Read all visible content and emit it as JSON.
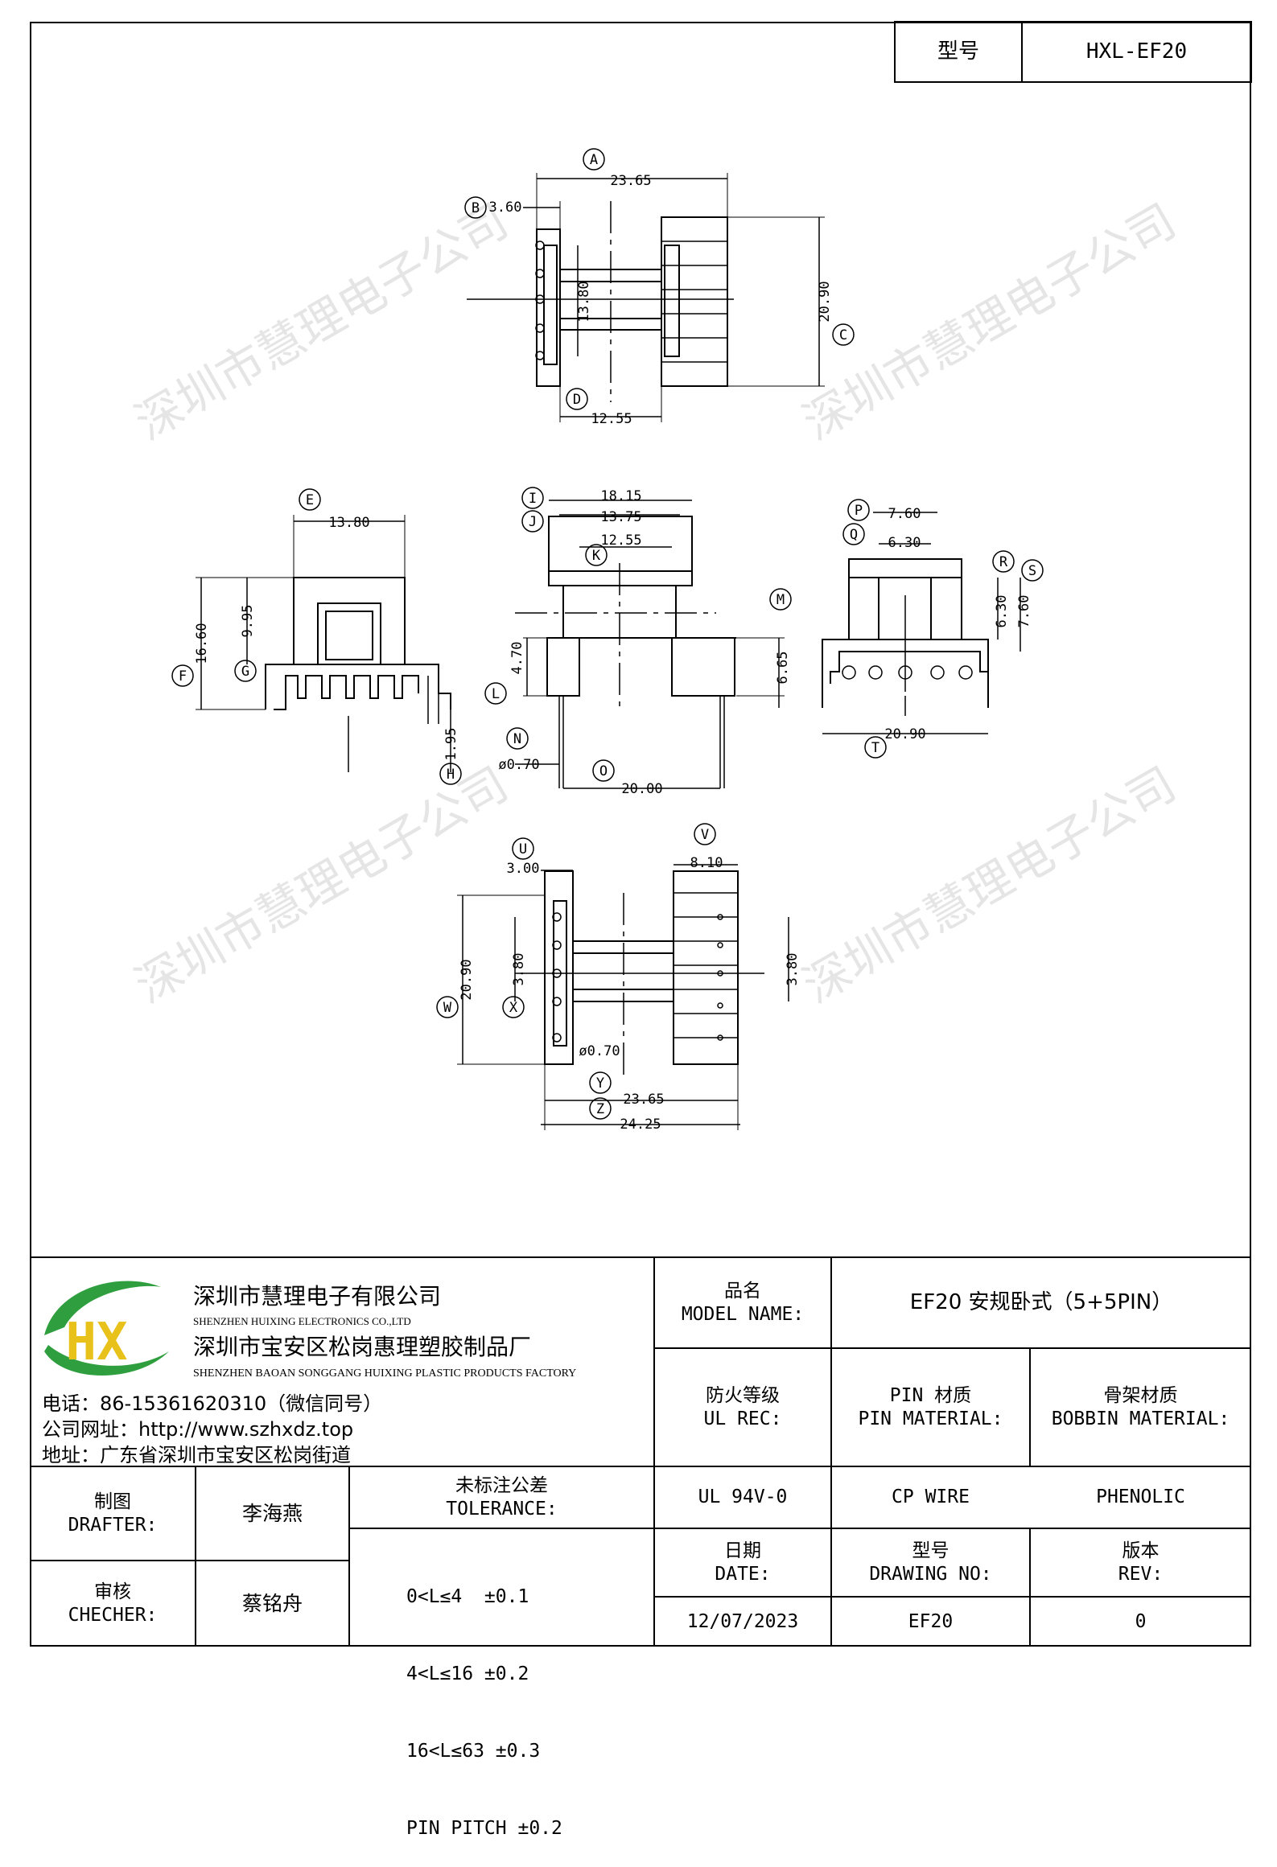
{
  "header": {
    "model_label": "型号",
    "model_value": "HXL-EF20"
  },
  "watermark_text": "深圳市慧理电子公司",
  "drawing": {
    "top_view": {
      "A": "23.65",
      "B": "3.60",
      "C": "20.90",
      "D": "12.55",
      "inner": "13.80",
      "markers": [
        "A",
        "B",
        "C",
        "D"
      ]
    },
    "front_view": {
      "I": "18.15",
      "J": "13.75",
      "K": "12.55",
      "M": "6.65",
      "L": "4.70",
      "N": "ø0.70",
      "O": "20.00",
      "markers": [
        "I",
        "J",
        "K",
        "L",
        "M",
        "N",
        "O"
      ]
    },
    "left_view": {
      "E": "13.80",
      "F": "16.60",
      "G": "9.95",
      "H": "1.95",
      "markers": [
        "E",
        "F",
        "G",
        "H"
      ]
    },
    "right_view": {
      "P": "7.60",
      "Q": "6.30",
      "R": "6.30",
      "S": "7.60",
      "T": "20.90",
      "markers": [
        "P",
        "Q",
        "R",
        "S",
        "T"
      ]
    },
    "bottom_view": {
      "U": "3.00",
      "V": "8.10",
      "W": "20.90",
      "X": "3.80",
      "X2": "3.80",
      "pin": "ø0.70",
      "Y": "23.65",
      "Z": "24.25",
      "markers": [
        "U",
        "V",
        "W",
        "X",
        "Y",
        "Z"
      ]
    }
  },
  "company": {
    "logo_letters": "HX",
    "name_cn": "深圳市慧理电子有限公司",
    "name_en": "SHENZHEN HUIXING ELECTRONICS CO.,LTD",
    "factory_cn": "深圳市宝安区松岗惠理塑胶制品厂",
    "factory_en": "SHENZHEN BAOAN SONGGANG HUIXING PLASTIC PRODUCTS FACTORY",
    "phone": "电话：86-15361620310（微信同号）",
    "website": "公司网址：http://www.szhxdz.top",
    "address": "地址：广东省深圳市宝安区松岗街道"
  },
  "title_block": {
    "model_name_cn": "品名",
    "model_name_en": "MODEL NAME:",
    "model_name_value": "EF20 安规卧式（5+5PIN）",
    "ul_cn": "防火等级",
    "ul_en": "UL REC:",
    "pin_cn": "PIN 材质",
    "pin_en": "PIN MATERIAL:",
    "bobbin_cn": "骨架材质",
    "bobbin_en": "BOBBIN MATERIAL:",
    "ul_value": "UL 94V-0",
    "pin_value": "CP WIRE",
    "bobbin_value": "PHENOLIC",
    "drafter_cn": "制图",
    "drafter_en": "DRAFTER:",
    "drafter_value": "李海燕",
    "checker_cn": "审核",
    "checker_en": "CHECHER:",
    "checker_value": "蔡铭舟",
    "tolerance_cn": "未标注公差",
    "tolerance_en": "TOLERANCE:",
    "tolerance_lines": [
      "0<L≤4  ±0.1",
      "4<L≤16 ±0.2",
      "16<L≤63 ±0.3",
      "PIN PITCH ±0.2"
    ],
    "date_cn": "日期",
    "date_en": "DATE:",
    "date_value": "12/07/2023",
    "drawing_no_cn": "型号",
    "drawing_no_en": "DRAWING NO:",
    "drawing_no_value": "EF20",
    "rev_cn": "版本",
    "rev_en": "REV:",
    "rev_value": "0"
  },
  "colors": {
    "logo_green": "#2e9e3e",
    "logo_yellow": "#e8c21a",
    "line": "#000000"
  }
}
